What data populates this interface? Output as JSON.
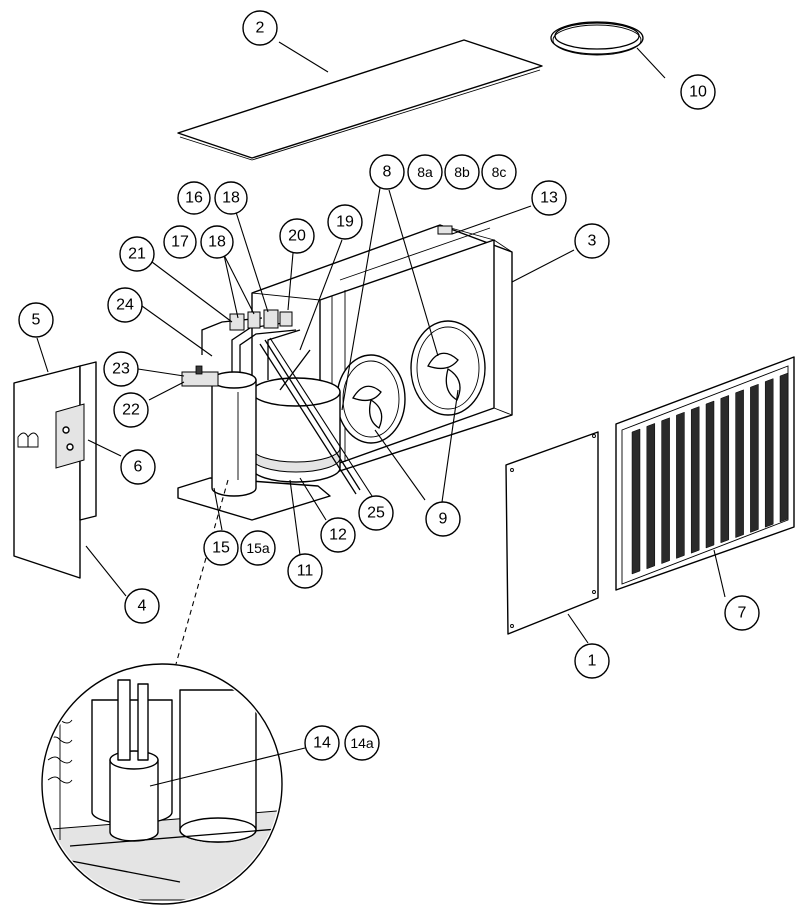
{
  "diagram": {
    "callouts": [
      {
        "id": "c1",
        "label": "1"
      },
      {
        "id": "c2",
        "label": "2"
      },
      {
        "id": "c3",
        "label": "3"
      },
      {
        "id": "c4",
        "label": "4"
      },
      {
        "id": "c5",
        "label": "5"
      },
      {
        "id": "c6",
        "label": "6"
      },
      {
        "id": "c7",
        "label": "7"
      },
      {
        "id": "c8",
        "label": "8"
      },
      {
        "id": "c8a",
        "label": "8a"
      },
      {
        "id": "c8b",
        "label": "8b"
      },
      {
        "id": "c8c",
        "label": "8c"
      },
      {
        "id": "c9",
        "label": "9"
      },
      {
        "id": "c10",
        "label": "10"
      },
      {
        "id": "c11",
        "label": "11"
      },
      {
        "id": "c12",
        "label": "12"
      },
      {
        "id": "c13",
        "label": "13"
      },
      {
        "id": "c14",
        "label": "14"
      },
      {
        "id": "c14a",
        "label": "14a"
      },
      {
        "id": "c15",
        "label": "15"
      },
      {
        "id": "c15a",
        "label": "15a"
      },
      {
        "id": "c16",
        "label": "16"
      },
      {
        "id": "c17",
        "label": "17"
      },
      {
        "id": "c18a",
        "label": "18"
      },
      {
        "id": "c18b",
        "label": "18"
      },
      {
        "id": "c19",
        "label": "19"
      },
      {
        "id": "c20",
        "label": "20"
      },
      {
        "id": "c21",
        "label": "21"
      },
      {
        "id": "c22",
        "label": "22"
      },
      {
        "id": "c23",
        "label": "23"
      },
      {
        "id": "c24",
        "label": "24"
      },
      {
        "id": "c25",
        "label": "25"
      }
    ]
  }
}
